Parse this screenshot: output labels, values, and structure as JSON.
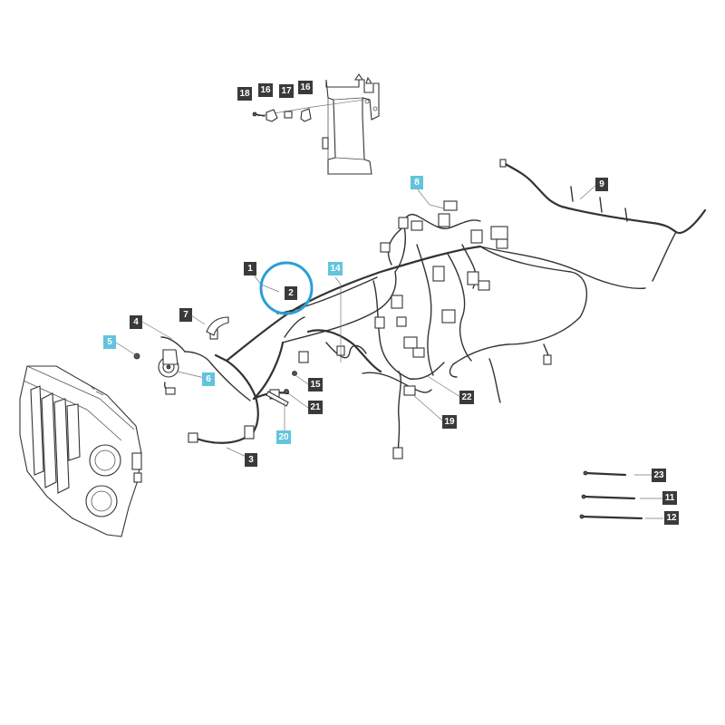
{
  "highlight_color": "#2a9fd6",
  "callout_colors": {
    "dark": "#3a3a3a",
    "light": "#62c4dc"
  },
  "callouts": {
    "c1": "1",
    "c2": "2",
    "c3": "3",
    "c4": "4",
    "c5": "5",
    "c6": "6",
    "c7": "7",
    "c8": "8",
    "c9": "9",
    "c11": "11",
    "c12": "12",
    "c14": "14",
    "c15": "15",
    "c16a": "16",
    "c16b": "16",
    "c17": "17",
    "c18": "18",
    "c19": "19",
    "c20": "20",
    "c21": "21",
    "c22": "22",
    "c23": "23"
  }
}
